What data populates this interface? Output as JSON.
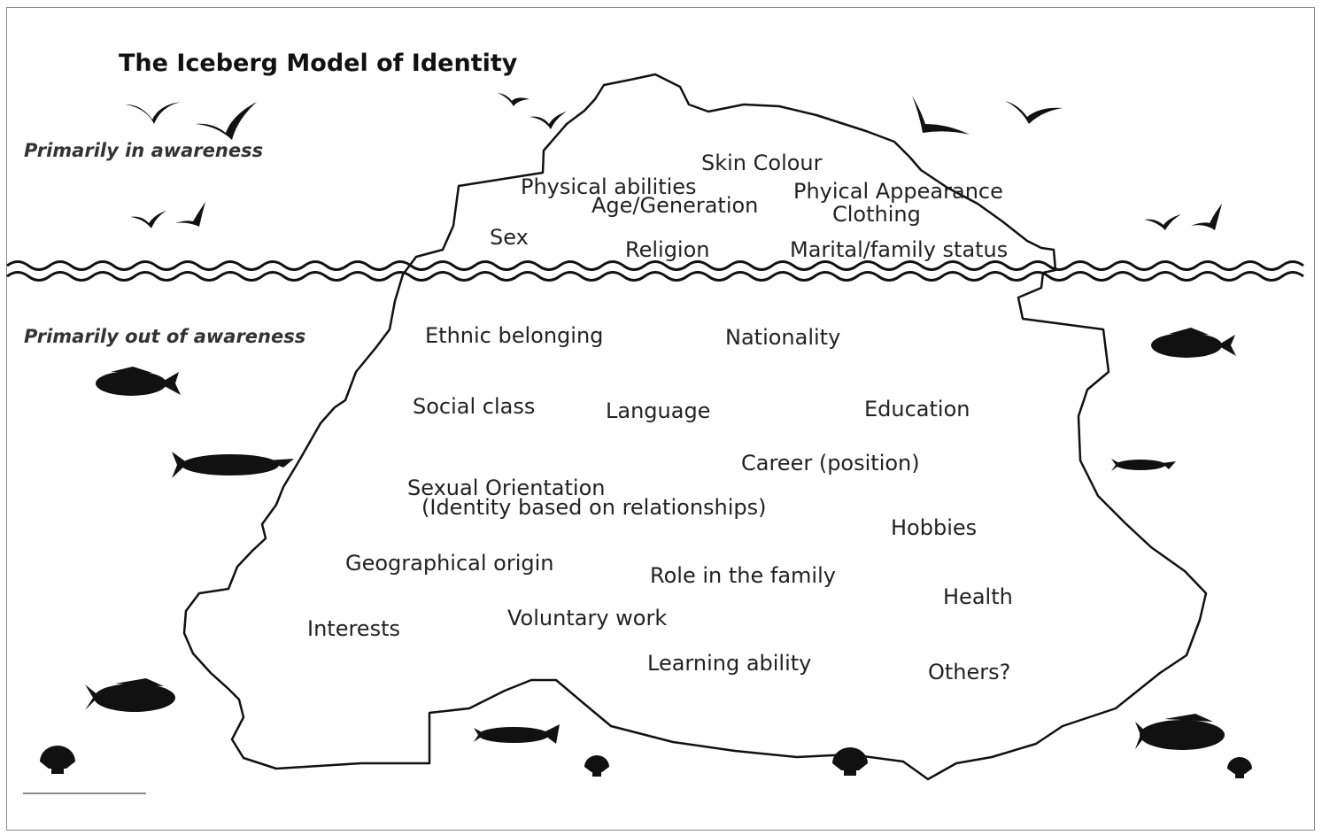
{
  "title": "The Iceberg Model of Identity",
  "zones": {
    "above": "Primarily in awareness",
    "below": "Primarily out of awareness"
  },
  "above_water": [
    "Skin Colour",
    "Physical abilities",
    "Phyical Appearance",
    "Age/Generation",
    "Clothing",
    "Sex",
    "Religion",
    "Marital/family status"
  ],
  "below_water": [
    "Ethnic belonging",
    "Nationality",
    "Social class",
    "Language",
    "Education",
    "Career (position)",
    "Sexual Orientation",
    "(Identity based on relationships)",
    "Hobbies",
    "Geographical origin",
    "Role in the family",
    "Health",
    "Interests",
    "Voluntary work",
    "Learning ability",
    "Others?"
  ],
  "colors": {
    "ink": "#111111",
    "text": "#222222",
    "background": "#ffffff"
  },
  "icons": [
    "bird-icon",
    "fish-icon",
    "shell-icon",
    "wave-line"
  ]
}
